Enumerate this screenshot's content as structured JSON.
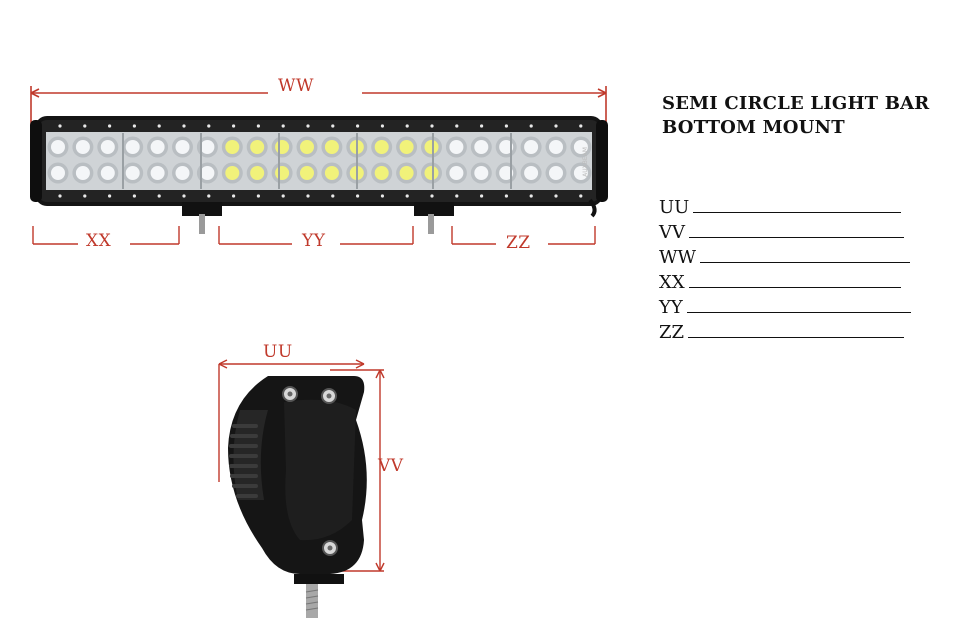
{
  "title": {
    "line1": "SEMI CIRCLE LIGHT BAR",
    "line2": "BOTTOM MOUNT"
  },
  "dimension_labels": {
    "ww": "WW",
    "xx": "XX",
    "yy": "YY",
    "zz": "ZZ",
    "uu": "UU",
    "vv": "VV"
  },
  "measurement_fields": [
    {
      "label": "UU",
      "value": ""
    },
    {
      "label": "VV",
      "value": ""
    },
    {
      "label": "WW",
      "value": ""
    },
    {
      "label": "XX",
      "value": ""
    },
    {
      "label": "YY",
      "value": ""
    },
    {
      "label": "ZZ",
      "value": ""
    }
  ],
  "brand_text": "AUXBEAM",
  "colors": {
    "dimension_red": "#c0392b",
    "housing_black": "#141414",
    "led_white": "#f4f6f8",
    "led_yellow": "#f1f27a"
  },
  "led_grid": {
    "rows": 2,
    "columns": 22
  }
}
